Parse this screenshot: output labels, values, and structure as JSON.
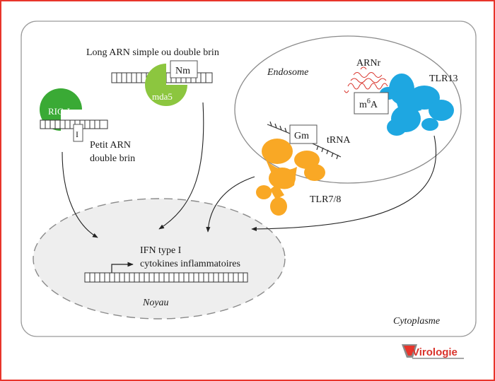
{
  "compartments": {
    "cytoplasm": "Cytoplasme",
    "endosome": "Endosome",
    "nucleus": "Noyau"
  },
  "sensors": {
    "rig_i": "RIG-I",
    "mda5": "mda5",
    "tlr78": "TLR7/8",
    "tlr13": "TLR13"
  },
  "rna_labels": {
    "long_rna": "Long ARN simple ou double brin",
    "short_rna_line1": "Petit ARN",
    "short_rna_line2": "double brin",
    "trna": "tRNA",
    "rrna": "ARNr"
  },
  "modifications": {
    "nm": "Nm",
    "gm": "Gm",
    "m6a_base": "m",
    "m6a_sup": "6",
    "m6a_end": "A",
    "rig_tag": "I"
  },
  "nucleus_text": {
    "line1": "IFN type I",
    "line2": "cytokines inflammatoires"
  },
  "logo": {
    "text": "Virologie"
  },
  "colors": {
    "frame_border": "#e8352b",
    "rig_i": "#3aaa35",
    "mda5": "#8cc63f",
    "tlr78": "#f9a825",
    "tlr13": "#1ea7e1",
    "rrna": "#d9332b",
    "nucleus_fill": "#eeeeee",
    "line": "#333333"
  }
}
